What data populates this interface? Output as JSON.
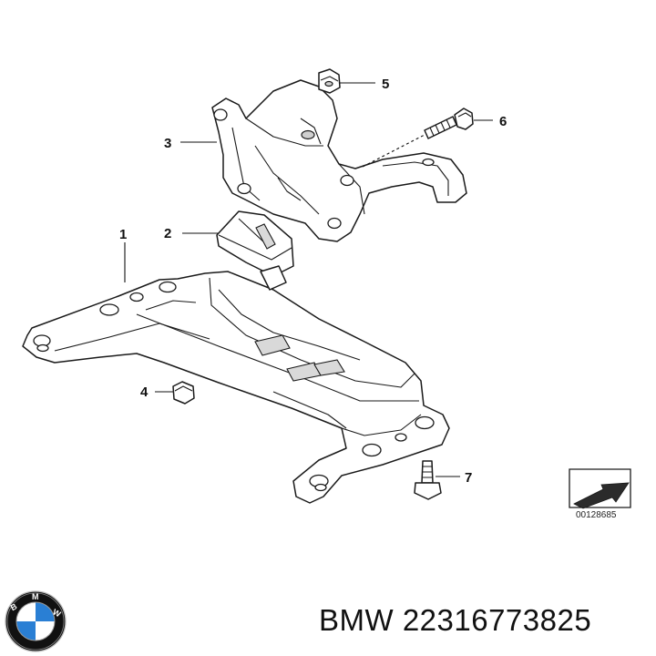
{
  "callouts": [
    "1",
    "2",
    "3",
    "4",
    "5",
    "6",
    "7"
  ],
  "direction_badge": {
    "code": "00128685"
  },
  "caption": {
    "text": "BMW 22316773825"
  },
  "logo": {
    "letters": "BMW",
    "colors": {
      "ring": "#111111",
      "blue": "#2a7fd4",
      "white": "#ffffff"
    }
  }
}
